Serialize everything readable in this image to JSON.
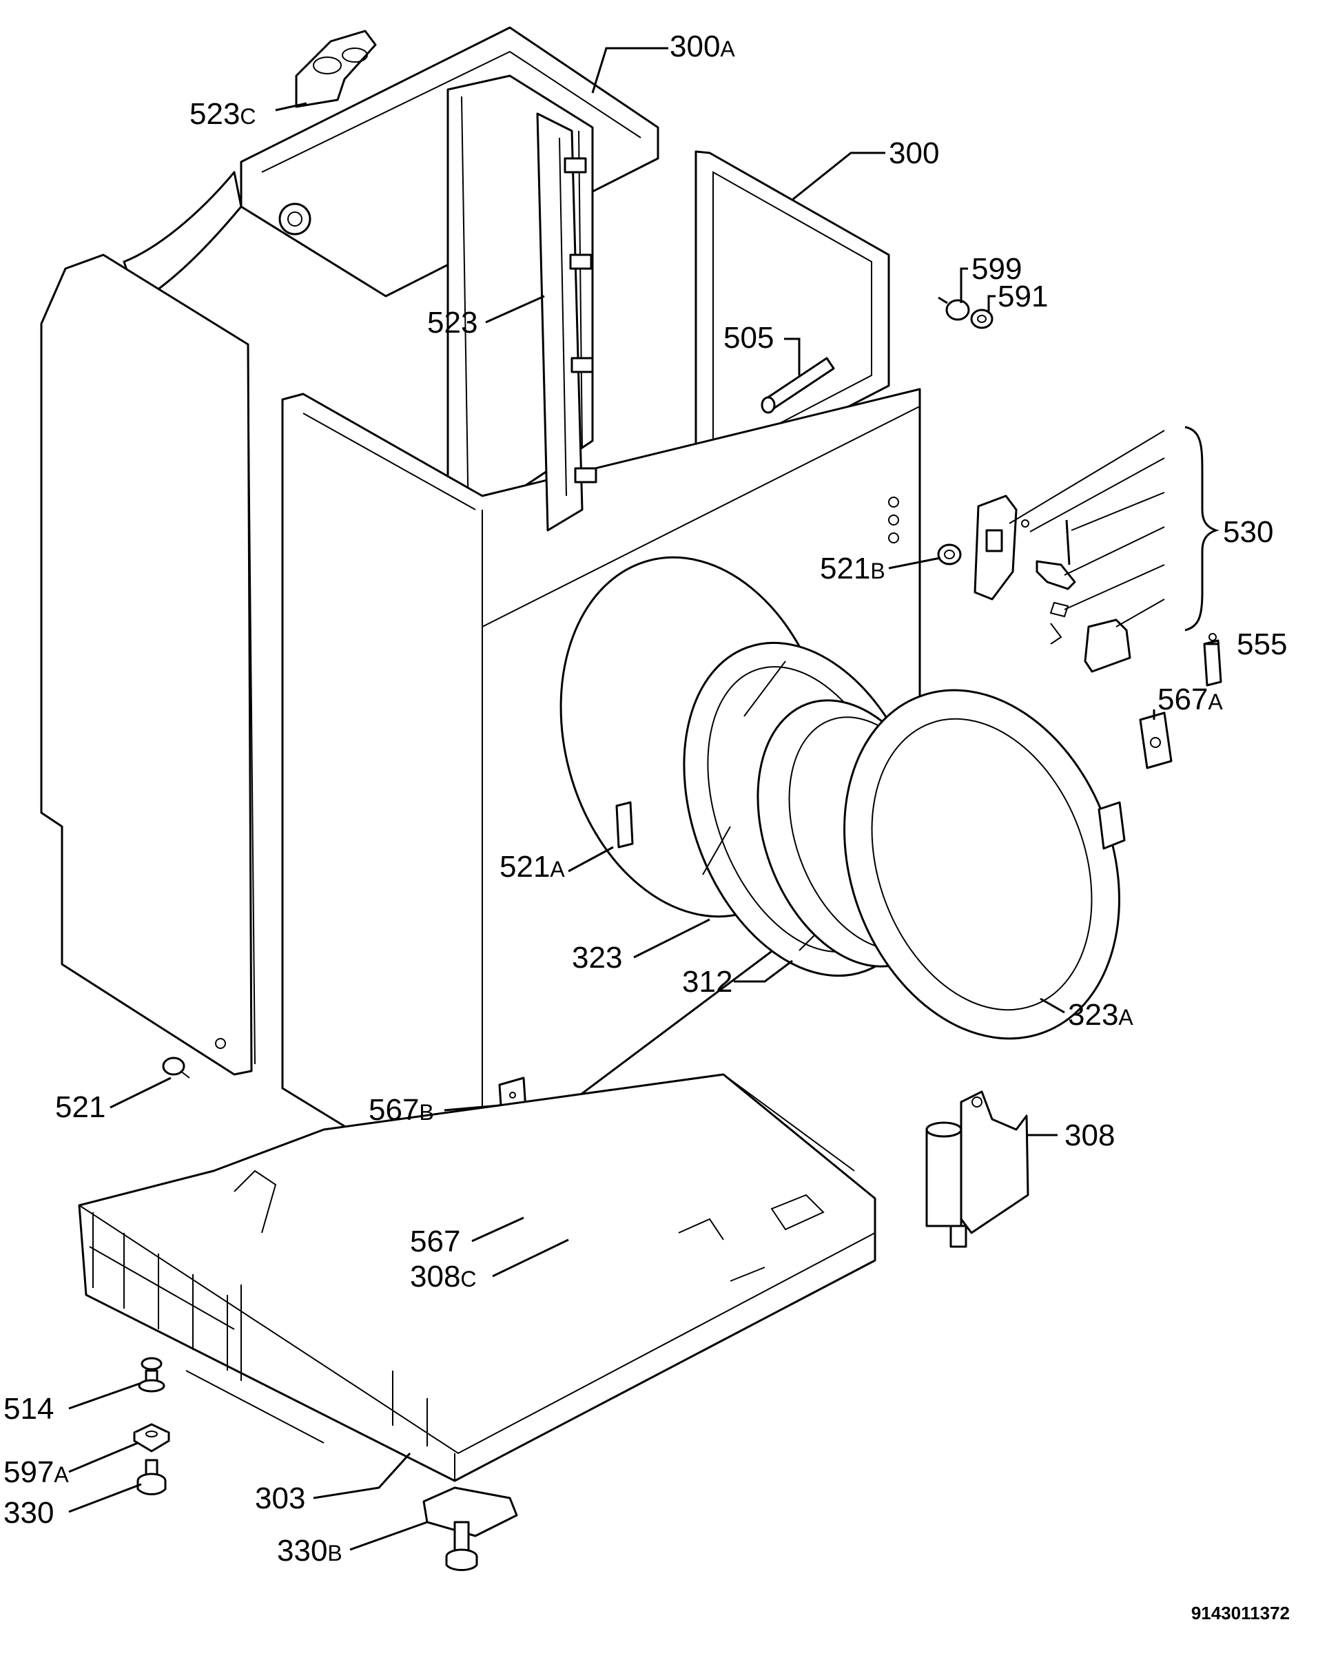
{
  "labels": {
    "l300A": {
      "main": "300",
      "suffix": "A"
    },
    "l523C": {
      "main": "523",
      "suffix": "C"
    },
    "l300": {
      "main": "300",
      "suffix": ""
    },
    "l599": {
      "main": "599",
      "suffix": ""
    },
    "l591": {
      "main": "591",
      "suffix": ""
    },
    "l523": {
      "main": "523",
      "suffix": ""
    },
    "l505": {
      "main": "505",
      "suffix": ""
    },
    "l530": {
      "main": "530",
      "suffix": ""
    },
    "l521B": {
      "main": "521",
      "suffix": "B"
    },
    "l555": {
      "main": "555",
      "suffix": ""
    },
    "l567A": {
      "main": "567",
      "suffix": "A"
    },
    "l521A": {
      "main": "521",
      "suffix": "A"
    },
    "l323": {
      "main": "323",
      "suffix": ""
    },
    "l312": {
      "main": "312",
      "suffix": ""
    },
    "l323A": {
      "main": "323",
      "suffix": "A"
    },
    "l521": {
      "main": "521",
      "suffix": ""
    },
    "l567B": {
      "main": "567",
      "suffix": "B"
    },
    "l308": {
      "main": "308",
      "suffix": ""
    },
    "l567": {
      "main": "567",
      "suffix": ""
    },
    "l308C": {
      "main": "308",
      "suffix": "C"
    },
    "l514": {
      "main": "514",
      "suffix": ""
    },
    "l597A": {
      "main": "597",
      "suffix": "A"
    },
    "l330": {
      "main": "330",
      "suffix": ""
    },
    "l303": {
      "main": "303",
      "suffix": ""
    },
    "l330B": {
      "main": "330",
      "suffix": "B"
    }
  },
  "drawing_code": "9143011372"
}
